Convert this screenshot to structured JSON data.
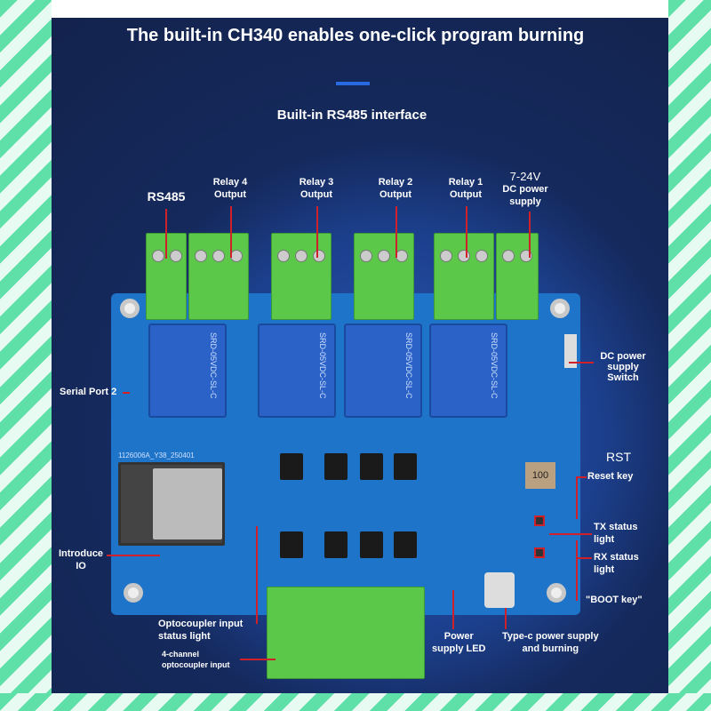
{
  "title": "The built-in CH340 enables one-click program burning",
  "subtitle": "Built-in RS485 interface",
  "colors": {
    "panel": "#13234e",
    "board": "#1e74c8",
    "terminal": "#5cc84a",
    "leader": "#d0202a",
    "accent_bar": "#2a6ae0"
  },
  "top_labels": {
    "rs485": "RS485",
    "relay4": [
      "Relay 4",
      "Output"
    ],
    "relay3": [
      "Relay 3",
      "Output"
    ],
    "relay2": [
      "Relay 2",
      "Output"
    ],
    "relay1": [
      "Relay 1",
      "Output"
    ],
    "power": [
      "7-24V",
      "DC power",
      "supply"
    ]
  },
  "side_labels": {
    "serial_port": "Serial Port 2",
    "dc_switch": [
      "DC power",
      "supply",
      "Switch"
    ],
    "rst": "RST",
    "reset_key": "Reset key",
    "tx": [
      "TX status",
      "light"
    ],
    "rx": [
      "RX status",
      "light"
    ],
    "boot": "\"BOOT key\"",
    "introduce_io": [
      "Introduce",
      "IO"
    ],
    "opto_light": [
      "Optocoupler input",
      "status light"
    ],
    "opto_input": [
      "4-channel",
      "optocoupler input"
    ],
    "power_led": [
      "Power",
      "supply LED"
    ],
    "typec": [
      "Type-c power supply",
      "and burning"
    ]
  },
  "board_text": {
    "relay_marking": "SRD-05VDC-SL-C",
    "inductor": "100",
    "pcb_id": "1126006A_Y38_250401"
  }
}
